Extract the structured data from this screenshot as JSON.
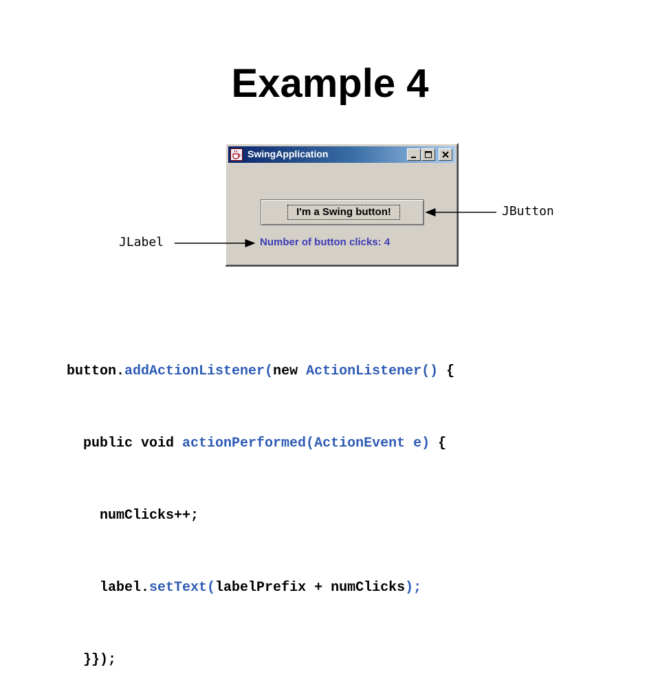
{
  "slide": {
    "title": "Example 4"
  },
  "window": {
    "title": "SwingApplication",
    "icon": "java-cup-icon",
    "button_label": "I'm a Swing button!",
    "label_text": "Number of button clicks: 4",
    "label_color": "#3c3cb4"
  },
  "callouts": {
    "jbutton": "JButton",
    "jlabel": "JLabel"
  },
  "code": {
    "highlight_color": "#2e5bb5",
    "lines": [
      [
        "button.",
        "addActionListener(",
        "new ",
        "ActionListener() ",
        "{"
      ],
      [
        "  public void ",
        "actionPerformed(ActionEvent e) ",
        "{"
      ],
      [
        "    numClicks++;"
      ],
      [
        "    label.",
        "setText(",
        "labelPrefix + numClicks",
        ");"
      ],
      [
        "  }});"
      ]
    ]
  }
}
